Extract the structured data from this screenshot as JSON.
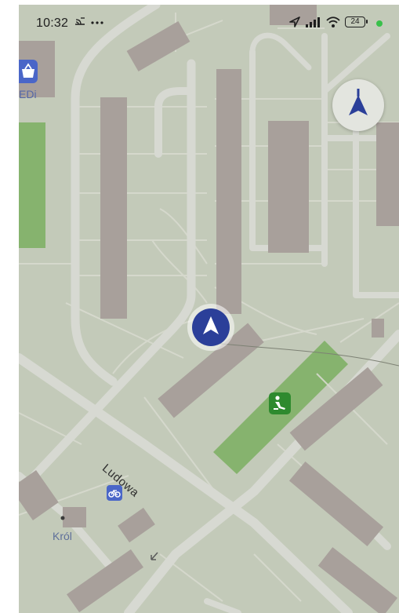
{
  "status_bar": {
    "time": "10:32",
    "battery_level": "24",
    "icons": [
      "cast-icon",
      "more-dots-icon",
      "location-arrow-icon",
      "signal-icon",
      "wifi-icon",
      "battery-icon",
      "active-dot-icon"
    ]
  },
  "map": {
    "street_label": "Ludowa",
    "place_label": "Król",
    "shop_label": "EDi",
    "colors": {
      "background": "#c3cab9",
      "road": "#d7d9d2",
      "building": "#a8a09b",
      "park": "#86b36e",
      "accent_blue": "#2b3f99"
    }
  },
  "controls": {
    "compass": "compass-north-icon",
    "location_marker": "my-location-arrow-icon"
  },
  "pois": [
    "shopping-basket-icon",
    "playground-icon",
    "bicycle-icon",
    "direction-arrow-icon"
  ]
}
